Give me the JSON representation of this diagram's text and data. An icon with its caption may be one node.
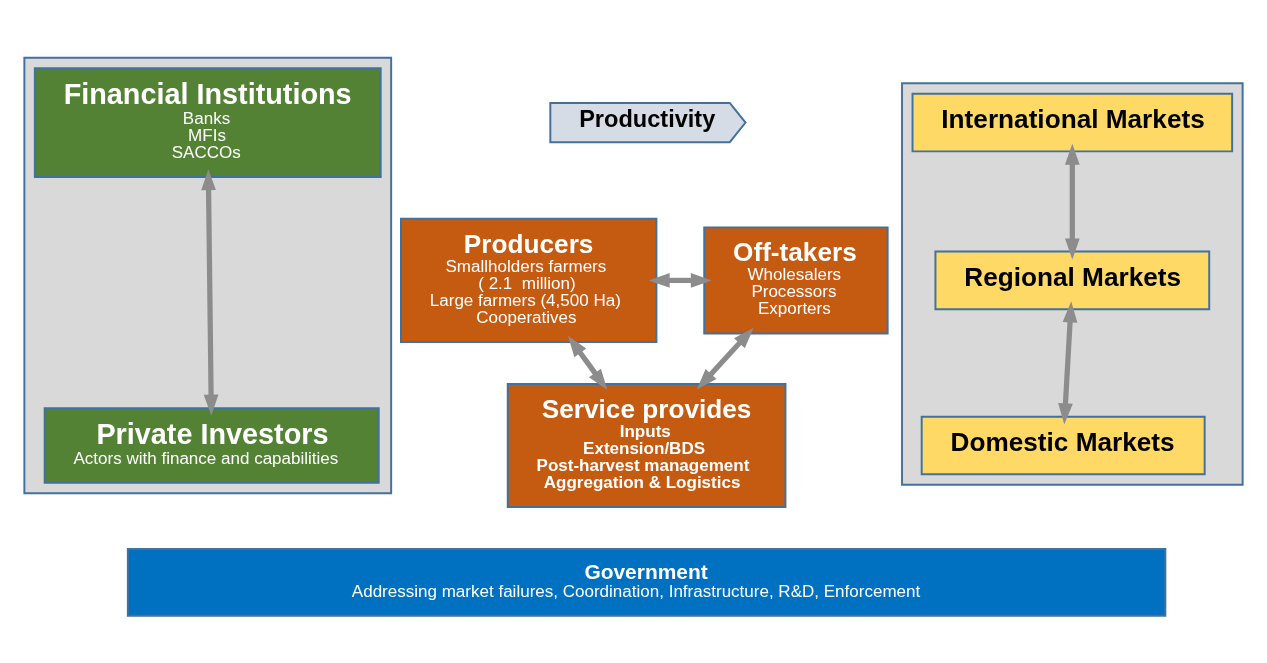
{
  "diagram": {
    "nodes": [
      {
        "text": [],
        "shape": "box"
      },
      {
        "text": [
          "Financial Institutions",
          "Banks",
          "MFIs",
          "SACCOs"
        ],
        "in": 0
      },
      {
        "text": [
          "Private Investors",
          "Actors with finance and capabilities"
        ],
        "in": 0
      },
      {
        "text": [
          "Productivity"
        ]
      },
      {
        "text": [
          "Producers",
          "Smallholders farmers",
          "( 2.1  million)",
          "Large farmers (4,500 Ha)",
          "Cooperatives"
        ]
      },
      {
        "text": [
          "Off-takers",
          "Wholesalers",
          "Processors",
          "Exporters"
        ]
      },
      {
        "text": [
          "Service provides",
          "Inputs",
          "Extension/BDS",
          "Post-harvest management",
          "Aggregation & Logistics"
        ]
      },
      {
        "text": [],
        "shape": "box"
      },
      {
        "text": [
          "International Markets"
        ],
        "in": 7
      },
      {
        "text": [
          "Regional Markets"
        ],
        "in": 7
      },
      {
        "text": [
          "Domestic Markets"
        ],
        "in": 7
      },
      {
        "text": [
          "Government",
          "Addressing market failures, Coordination, Infrastructure, R&D, Enforcement"
        ]
      }
    ],
    "edges": [
      {
        "from": 1,
        "to": 2,
        "arrow": "both"
      },
      {
        "from": 4,
        "to": 5,
        "arrow": "both"
      },
      {
        "from": 4,
        "to": 6,
        "arrow": "both"
      },
      {
        "from": 5,
        "to": 6,
        "arrow": "both"
      },
      {
        "from": 8,
        "to": 9,
        "arrow": "both"
      },
      {
        "from": 9,
        "to": 10,
        "arrow": "both"
      }
    ]
  }
}
